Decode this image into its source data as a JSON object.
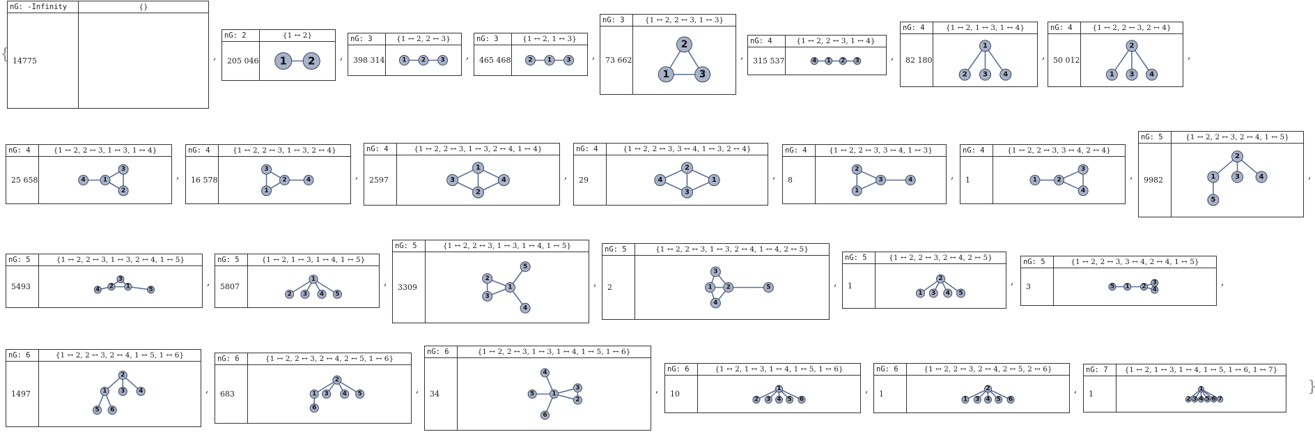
{
  "open_brace": "{",
  "close_brace": "}",
  "separator": ",",
  "cards": [
    {
      "ng": "nG: -Infinity",
      "edges_label": "{}",
      "count": "14775",
      "n": 0,
      "edges": [],
      "pos": []
    },
    {
      "ng": "nG: 2",
      "edges_label": "{1 ↔ 2}",
      "count": "205 046",
      "n": 2,
      "edges": [
        [
          1,
          2
        ]
      ],
      "pos": [
        [
          0.28,
          0.5
        ],
        [
          0.72,
          0.5
        ]
      ],
      "r": 12
    },
    {
      "ng": "nG: 3",
      "edges_label": "{1 ↔ 2, 2 ↔ 3}",
      "count": "398 314",
      "n": 3,
      "edges": [
        [
          1,
          2
        ],
        [
          2,
          3
        ]
      ],
      "pos": [
        [
          0.2,
          0.5
        ],
        [
          0.5,
          0.5
        ],
        [
          0.8,
          0.5
        ]
      ],
      "r": 7
    },
    {
      "ng": "nG: 3",
      "edges_label": "{1 ↔ 2, 1 ↔ 3}",
      "count": "465 468",
      "n": 3,
      "edges": [
        [
          1,
          2
        ],
        [
          1,
          3
        ]
      ],
      "pos": [
        [
          0.5,
          0.5
        ],
        [
          0.2,
          0.5
        ],
        [
          0.8,
          0.5
        ]
      ],
      "r": 7
    },
    {
      "ng": "nG: 3",
      "edges_label": "{1 ↔ 2, 2 ↔ 3, 1 ↔ 3}",
      "count": "73 662",
      "n": 3,
      "edges": [
        [
          1,
          2
        ],
        [
          2,
          3
        ],
        [
          1,
          3
        ]
      ],
      "pos": [
        [
          0.3,
          0.75
        ],
        [
          0.5,
          0.22
        ],
        [
          0.7,
          0.75
        ]
      ],
      "r": 11
    },
    {
      "ng": "nG: 4",
      "edges_label": "{1 ↔ 2, 2 ↔ 3, 1 ↔ 4}",
      "count": "315 537",
      "n": 4,
      "edges": [
        [
          1,
          2
        ],
        [
          2,
          3
        ],
        [
          1,
          4
        ]
      ],
      "pos": [
        [
          0.42,
          0.5
        ],
        [
          0.58,
          0.5
        ],
        [
          0.74,
          0.5
        ],
        [
          0.26,
          0.5
        ]
      ],
      "r": 5
    },
    {
      "ng": "nG: 4",
      "edges_label": "{1 ↔ 2, 1 ↔ 3, 1 ↔ 4}",
      "count": "82 180",
      "n": 4,
      "edges": [
        [
          1,
          2
        ],
        [
          1,
          3
        ],
        [
          1,
          4
        ]
      ],
      "pos": [
        [
          0.5,
          0.15
        ],
        [
          0.28,
          0.85
        ],
        [
          0.5,
          0.85
        ],
        [
          0.72,
          0.85
        ]
      ],
      "r": 8
    },
    {
      "ng": "nG: 4",
      "edges_label": "{1 ↔ 2, 2 ↔ 3, 2 ↔ 4}",
      "count": "50 012",
      "n": 4,
      "edges": [
        [
          1,
          2
        ],
        [
          2,
          3
        ],
        [
          2,
          4
        ]
      ],
      "pos": [
        [
          0.28,
          0.85
        ],
        [
          0.5,
          0.15
        ],
        [
          0.5,
          0.85
        ],
        [
          0.72,
          0.85
        ]
      ],
      "r": 8
    },
    {
      "ng": "nG: 4",
      "edges_label": "{1 ↔ 2, 2 ↔ 3, 1 ↔ 3, 1 ↔ 4}",
      "count": "25 658",
      "n": 4,
      "edges": [
        [
          1,
          2
        ],
        [
          2,
          3
        ],
        [
          1,
          3
        ],
        [
          1,
          4
        ]
      ],
      "pos": [
        [
          0.5,
          0.5
        ],
        [
          0.65,
          0.8
        ],
        [
          0.65,
          0.2
        ],
        [
          0.32,
          0.5
        ]
      ],
      "r": 7
    },
    {
      "ng": "nG: 4",
      "edges_label": "{1 ↔ 2, 2 ↔ 3, 1 ↔ 3, 2 ↔ 4}",
      "count": "16 578",
      "n": 4,
      "edges": [
        [
          1,
          2
        ],
        [
          2,
          3
        ],
        [
          1,
          3
        ],
        [
          2,
          4
        ]
      ],
      "pos": [
        [
          0.35,
          0.8
        ],
        [
          0.5,
          0.5
        ],
        [
          0.35,
          0.2
        ],
        [
          0.7,
          0.5
        ]
      ],
      "r": 7
    },
    {
      "ng": "nG: 4",
      "edges_label": "{1 ↔ 2, 2 ↔ 3, 1 ↔ 3, 2 ↔ 4, 1 ↔ 4}",
      "count": "2597",
      "n": 4,
      "edges": [
        [
          1,
          2
        ],
        [
          2,
          3
        ],
        [
          1,
          3
        ],
        [
          2,
          4
        ],
        [
          1,
          4
        ]
      ],
      "pos": [
        [
          0.5,
          0.18
        ],
        [
          0.5,
          0.82
        ],
        [
          0.33,
          0.5
        ],
        [
          0.67,
          0.5
        ]
      ],
      "r": 8
    },
    {
      "ng": "nG: 4",
      "edges_label": "{1 ↔ 2, 2 ↔ 3, 3 ↔ 4, 1 ↔ 3, 2 ↔ 4}",
      "count": "29",
      "n": 4,
      "edges": [
        [
          1,
          2
        ],
        [
          2,
          3
        ],
        [
          3,
          4
        ],
        [
          1,
          3
        ],
        [
          2,
          4
        ]
      ],
      "pos": [
        [
          0.68,
          0.5
        ],
        [
          0.5,
          0.18
        ],
        [
          0.5,
          0.82
        ],
        [
          0.32,
          0.5
        ]
      ],
      "r": 8
    },
    {
      "ng": "nG: 4",
      "edges_label": "{1 ↔ 2, 2 ↔ 3, 3 ↔ 4, 1 ↔ 3}",
      "count": "8",
      "n": 4,
      "edges": [
        [
          1,
          2
        ],
        [
          2,
          3
        ],
        [
          3,
          4
        ],
        [
          1,
          3
        ]
      ],
      "pos": [
        [
          0.3,
          0.8
        ],
        [
          0.3,
          0.2
        ],
        [
          0.5,
          0.5
        ],
        [
          0.75,
          0.5
        ]
      ],
      "r": 7
    },
    {
      "ng": "nG: 4",
      "edges_label": "{1 ↔ 2, 2 ↔ 3, 3 ↔ 4, 2 ↔ 4}",
      "count": "1",
      "n": 4,
      "edges": [
        [
          1,
          2
        ],
        [
          2,
          3
        ],
        [
          3,
          4
        ],
        [
          2,
          4
        ]
      ],
      "pos": [
        [
          0.3,
          0.5
        ],
        [
          0.5,
          0.5
        ],
        [
          0.7,
          0.2
        ],
        [
          0.7,
          0.8
        ]
      ],
      "r": 7
    },
    {
      "ng": "nG: 5",
      "edges_label": "{1 ↔ 2, 2 ↔ 3, 2 ↔ 4, 1 ↔ 5}",
      "count": "9982",
      "n": 5,
      "edges": [
        [
          1,
          2
        ],
        [
          2,
          3
        ],
        [
          2,
          4
        ],
        [
          1,
          5
        ]
      ],
      "pos": [
        [
          0.3,
          0.45
        ],
        [
          0.5,
          0.12
        ],
        [
          0.5,
          0.45
        ],
        [
          0.7,
          0.45
        ],
        [
          0.3,
          0.82
        ]
      ],
      "r": 8
    },
    {
      "ng": "nG: 5",
      "edges_label": "{1 ↔ 2, 2 ↔ 3, 1 ↔ 3, 2 ↔ 4, 1 ↔ 5}",
      "count": "5493",
      "n": 5,
      "edges": [
        [
          1,
          2
        ],
        [
          2,
          3
        ],
        [
          1,
          3
        ],
        [
          2,
          4
        ],
        [
          1,
          5
        ]
      ],
      "pos": [
        [
          0.55,
          0.5
        ],
        [
          0.44,
          0.5
        ],
        [
          0.5,
          0.25
        ],
        [
          0.35,
          0.6
        ],
        [
          0.7,
          0.6
        ]
      ],
      "r": 5
    },
    {
      "ng": "nG: 5",
      "edges_label": "{1 ↔ 2, 1 ↔ 3, 1 ↔ 4, 1 ↔ 5}",
      "count": "5807",
      "n": 5,
      "edges": [
        [
          1,
          2
        ],
        [
          1,
          3
        ],
        [
          1,
          4
        ],
        [
          1,
          5
        ]
      ],
      "pos": [
        [
          0.5,
          0.25
        ],
        [
          0.3,
          0.75
        ],
        [
          0.43,
          0.75
        ],
        [
          0.57,
          0.75
        ],
        [
          0.7,
          0.75
        ]
      ],
      "r": 6
    },
    {
      "ng": "nG: 5",
      "edges_label": "{1 ↔ 2, 2 ↔ 3, 1 ↔ 3, 1 ↔ 4, 1 ↔ 5}",
      "count": "3309",
      "n": 5,
      "edges": [
        [
          1,
          2
        ],
        [
          2,
          3
        ],
        [
          1,
          3
        ],
        [
          1,
          4
        ],
        [
          1,
          5
        ]
      ],
      "pos": [
        [
          0.52,
          0.5
        ],
        [
          0.37,
          0.35
        ],
        [
          0.37,
          0.65
        ],
        [
          0.62,
          0.85
        ],
        [
          0.62,
          0.15
        ]
      ],
      "r": 7
    },
    {
      "ng": "nG: 5",
      "edges_label": "{1 ↔ 2, 2 ↔ 3, 1 ↔ 3, 2 ↔ 4, 1 ↔ 4, 2 ↔ 5}",
      "count": "2",
      "n": 5,
      "edges": [
        [
          1,
          2
        ],
        [
          2,
          3
        ],
        [
          1,
          3
        ],
        [
          2,
          4
        ],
        [
          1,
          4
        ],
        [
          2,
          5
        ]
      ],
      "pos": [
        [
          0.38,
          0.5
        ],
        [
          0.48,
          0.5
        ],
        [
          0.41,
          0.2
        ],
        [
          0.41,
          0.8
        ],
        [
          0.7,
          0.5
        ]
      ],
      "r": 7
    },
    {
      "ng": "nG: 5",
      "edges_label": "{1 ↔ 2, 2 ↔ 3, 2 ↔ 4, 2 ↔ 5}",
      "count": "1",
      "n": 5,
      "edges": [
        [
          1,
          2
        ],
        [
          2,
          3
        ],
        [
          2,
          4
        ],
        [
          2,
          5
        ]
      ],
      "pos": [
        [
          0.33,
          0.72
        ],
        [
          0.5,
          0.28
        ],
        [
          0.44,
          0.72
        ],
        [
          0.56,
          0.72
        ],
        [
          0.67,
          0.72
        ]
      ],
      "r": 6
    },
    {
      "ng": "nG: 5",
      "edges_label": "{1 ↔ 2, 2 ↔ 3, 3 ↔ 4, 2 ↔ 4, 1 ↔ 5}",
      "count": "3",
      "n": 5,
      "edges": [
        [
          1,
          2
        ],
        [
          2,
          3
        ],
        [
          3,
          4
        ],
        [
          2,
          4
        ],
        [
          1,
          5
        ]
      ],
      "pos": [
        [
          0.45,
          0.5
        ],
        [
          0.56,
          0.5
        ],
        [
          0.63,
          0.35
        ],
        [
          0.63,
          0.62
        ],
        [
          0.35,
          0.5
        ]
      ],
      "r": 5
    },
    {
      "ng": "nG: 6",
      "edges_label": "{1 ↔ 2, 2 ↔ 3, 2 ↔ 4, 1 ↔ 5, 1 ↔ 6}",
      "count": "1497",
      "n": 6,
      "edges": [
        [
          1,
          2
        ],
        [
          2,
          3
        ],
        [
          2,
          4
        ],
        [
          1,
          5
        ],
        [
          1,
          6
        ]
      ],
      "pos": [
        [
          0.4,
          0.45
        ],
        [
          0.52,
          0.15
        ],
        [
          0.52,
          0.45
        ],
        [
          0.64,
          0.45
        ],
        [
          0.35,
          0.8
        ],
        [
          0.45,
          0.8
        ]
      ],
      "r": 6
    },
    {
      "ng": "nG: 6",
      "edges_label": "{1 ↔ 2, 2 ↔ 3, 2 ↔ 4, 2 ↔ 5, 1 ↔ 6}",
      "count": "683",
      "n": 6,
      "edges": [
        [
          1,
          2
        ],
        [
          2,
          3
        ],
        [
          2,
          4
        ],
        [
          2,
          5
        ],
        [
          1,
          6
        ]
      ],
      "pos": [
        [
          0.4,
          0.5
        ],
        [
          0.55,
          0.2
        ],
        [
          0.48,
          0.5
        ],
        [
          0.6,
          0.5
        ],
        [
          0.7,
          0.5
        ],
        [
          0.4,
          0.8
        ]
      ],
      "r": 6
    },
    {
      "ng": "nG: 6",
      "edges_label": "{1 ↔ 2, 2 ↔ 3, 1 ↔ 3, 1 ↔ 4, 1 ↔ 5, 1 ↔ 6}",
      "count": "34",
      "n": 6,
      "edges": [
        [
          1,
          2
        ],
        [
          2,
          3
        ],
        [
          1,
          3
        ],
        [
          1,
          4
        ],
        [
          1,
          5
        ],
        [
          1,
          6
        ]
      ],
      "pos": [
        [
          0.5,
          0.5
        ],
        [
          0.63,
          0.6
        ],
        [
          0.63,
          0.4
        ],
        [
          0.45,
          0.15
        ],
        [
          0.38,
          0.5
        ],
        [
          0.45,
          0.85
        ]
      ],
      "r": 6
    },
    {
      "ng": "nG: 6",
      "edges_label": "{1 ↔ 2, 1 ↔ 3, 1 ↔ 4, 1 ↔ 5, 1 ↔ 6}",
      "count": "10",
      "n": 6,
      "edges": [
        [
          1,
          2
        ],
        [
          1,
          3
        ],
        [
          1,
          4
        ],
        [
          1,
          5
        ],
        [
          1,
          6
        ]
      ],
      "pos": [
        [
          0.5,
          0.3
        ],
        [
          0.35,
          0.72
        ],
        [
          0.43,
          0.72
        ],
        [
          0.5,
          0.72
        ],
        [
          0.57,
          0.72
        ],
        [
          0.65,
          0.72
        ]
      ],
      "r": 5
    },
    {
      "ng": "nG: 6",
      "edges_label": "{1 ↔ 2, 2 ↔ 3, 2 ↔ 4, 2 ↔ 5, 2 ↔ 6}",
      "count": "1",
      "n": 6,
      "edges": [
        [
          1,
          2
        ],
        [
          2,
          3
        ],
        [
          2,
          4
        ],
        [
          2,
          5
        ],
        [
          2,
          6
        ]
      ],
      "pos": [
        [
          0.35,
          0.72
        ],
        [
          0.5,
          0.3
        ],
        [
          0.43,
          0.72
        ],
        [
          0.5,
          0.72
        ],
        [
          0.57,
          0.72
        ],
        [
          0.65,
          0.72
        ]
      ],
      "r": 5
    },
    {
      "ng": "nG: 7",
      "edges_label": "{1 ↔ 2, 1 ↔ 3, 1 ↔ 4, 1 ↔ 5, 1 ↔ 6, 1 ↔ 7}",
      "count": "1",
      "n": 7,
      "edges": [
        [
          1,
          2
        ],
        [
          1,
          3
        ],
        [
          1,
          4
        ],
        [
          1,
          5
        ],
        [
          1,
          6
        ],
        [
          1,
          7
        ]
      ],
      "pos": [
        [
          0.5,
          0.3
        ],
        [
          0.42,
          0.72
        ],
        [
          0.46,
          0.72
        ],
        [
          0.5,
          0.72
        ],
        [
          0.54,
          0.72
        ],
        [
          0.58,
          0.72
        ],
        [
          0.62,
          0.72
        ]
      ],
      "r": 4
    }
  ]
}
